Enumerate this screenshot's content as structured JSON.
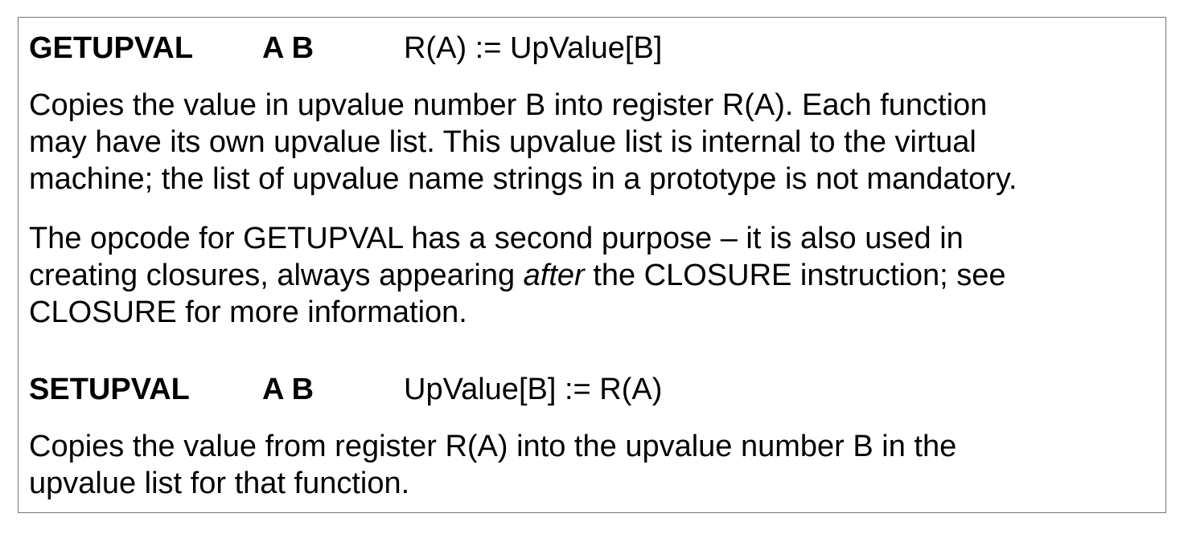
{
  "instructions": [
    {
      "name": "GETUPVAL",
      "args": "A B",
      "description": "R(A) := UpValue[B]",
      "paragraphs": [
        [
          "Copies the value in upvalue number B into register R(A). Each function",
          "may have its own upvalue list. This upvalue list is internal to the virtual",
          "machine; the list of upvalue name strings in a prototype is not mandatory."
        ],
        {
          "line1": "The opcode for GETUPVAL has a second purpose – it is also used in",
          "line2_before": "creating closures, always appearing ",
          "line2_emphasis": "after",
          "line2_after": " the CLOSURE instruction; see",
          "line3": "CLOSURE for more information."
        }
      ]
    },
    {
      "name": "SETUPVAL",
      "args": "A B",
      "description": "UpValue[B] := R(A)",
      "paragraphs": [
        [
          "Copies the value from register R(A) into the upvalue number B in the",
          "upvalue list for that function."
        ]
      ]
    }
  ]
}
